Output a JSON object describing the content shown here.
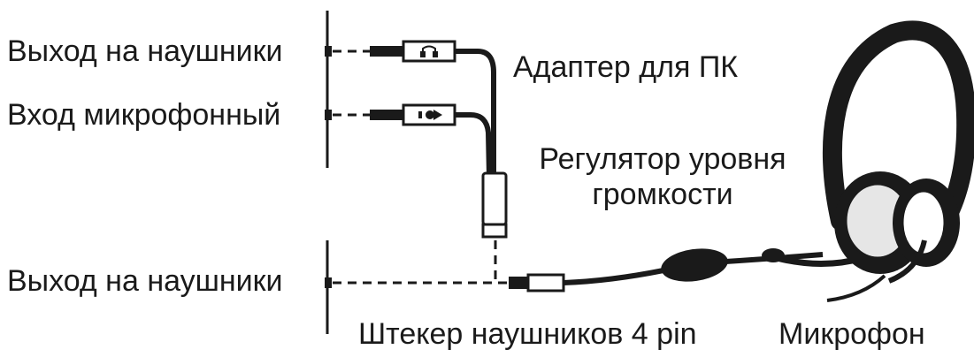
{
  "labels": {
    "pc_headphone_out": "Выход на наушники",
    "pc_mic_in": "Вход микрофонный",
    "pc_adapter": "Адаптер для ПК",
    "volume_control_line1": "Регулятор уровня",
    "volume_control_line2": "громкости",
    "device_headphone_out": "Выход на наушники",
    "plug_4pin": "Штекер наушников 4 pin",
    "microphone": "Микрофон"
  },
  "colors": {
    "ink": "#1a1a1a",
    "paper": "#ffffff",
    "cushion": "#e6e6e6"
  },
  "icons": {
    "adapter_headphone": "headphone-port-icon",
    "adapter_mic": "microphone-port-icon"
  }
}
